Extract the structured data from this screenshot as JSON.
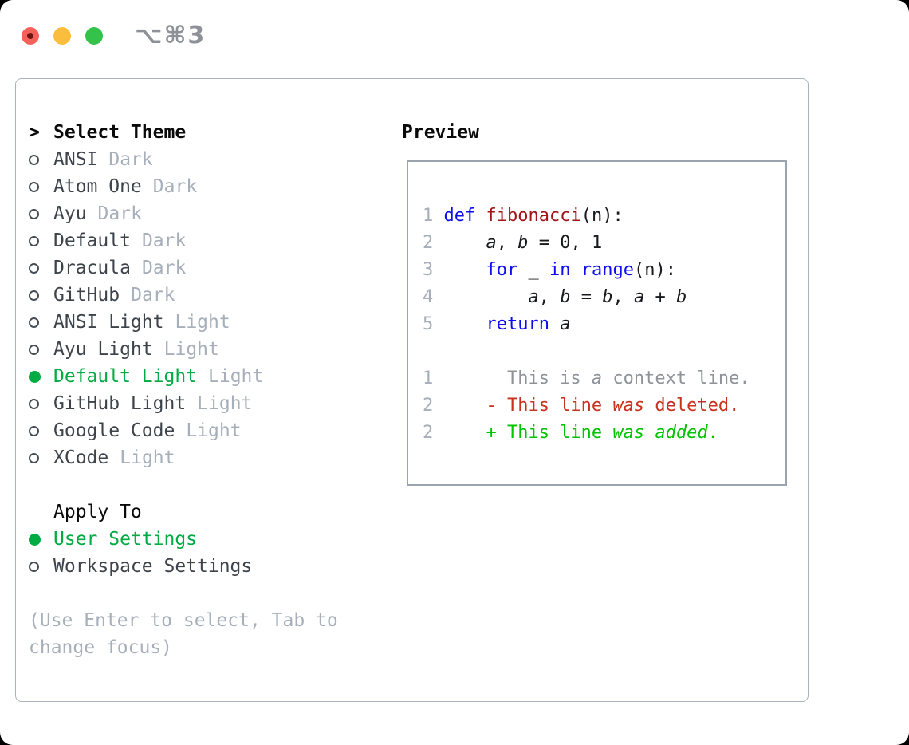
{
  "window": {
    "title": "⌥⌘3",
    "traffic_lights": [
      {
        "name": "close",
        "color": "#f4605a"
      },
      {
        "name": "minimize",
        "color": "#fbbd3c"
      },
      {
        "name": "zoom",
        "color": "#34c24a"
      }
    ]
  },
  "theme_picker": {
    "cursor": ">",
    "heading": "Select Theme",
    "items": [
      {
        "name": "ANSI",
        "variant": "Dark",
        "selected": false
      },
      {
        "name": "Atom One",
        "variant": "Dark",
        "selected": false
      },
      {
        "name": "Ayu",
        "variant": "Dark",
        "selected": false
      },
      {
        "name": "Default",
        "variant": "Dark",
        "selected": false
      },
      {
        "name": "Dracula",
        "variant": "Dark",
        "selected": false
      },
      {
        "name": "GitHub",
        "variant": "Dark",
        "selected": false
      },
      {
        "name": "ANSI Light",
        "variant": "Light",
        "selected": false
      },
      {
        "name": "Ayu Light",
        "variant": "Light",
        "selected": false
      },
      {
        "name": "Default Light",
        "variant": "Light",
        "selected": true
      },
      {
        "name": "GitHub Light",
        "variant": "Light",
        "selected": false
      },
      {
        "name": "Google Code",
        "variant": "Light",
        "selected": false
      },
      {
        "name": "XCode",
        "variant": "Light",
        "selected": false
      }
    ]
  },
  "apply_to": {
    "heading": "Apply To",
    "options": [
      {
        "label": "User Settings",
        "selected": true
      },
      {
        "label": "Workspace Settings",
        "selected": false
      }
    ]
  },
  "hint": "(Use Enter to select, Tab to change focus)",
  "preview": {
    "heading": "Preview",
    "lines": [
      {
        "num": "",
        "kind": "blank",
        "tokens": []
      },
      {
        "num": "1",
        "kind": "code",
        "tokens": [
          {
            "t": "def",
            "c": "kw"
          },
          {
            "t": " ",
            "c": "pl"
          },
          {
            "t": "fibonacci",
            "c": "fn"
          },
          {
            "t": "(n):",
            "c": "pl"
          }
        ]
      },
      {
        "num": "2",
        "kind": "code",
        "tokens": [
          {
            "t": "    ",
            "c": "pl"
          },
          {
            "t": "a",
            "c": "var"
          },
          {
            "t": ", ",
            "c": "pl"
          },
          {
            "t": "b",
            "c": "var"
          },
          {
            "t": " = 0, 1",
            "c": "pl"
          }
        ]
      },
      {
        "num": "3",
        "kind": "code",
        "tokens": [
          {
            "t": "    ",
            "c": "pl"
          },
          {
            "t": "for",
            "c": "kw"
          },
          {
            "t": " _ ",
            "c": "pl"
          },
          {
            "t": "in",
            "c": "kw"
          },
          {
            "t": " ",
            "c": "pl"
          },
          {
            "t": "range",
            "c": "kw"
          },
          {
            "t": "(n):",
            "c": "pl"
          }
        ]
      },
      {
        "num": "4",
        "kind": "code",
        "tokens": [
          {
            "t": "        ",
            "c": "pl"
          },
          {
            "t": "a",
            "c": "var"
          },
          {
            "t": ", ",
            "c": "pl"
          },
          {
            "t": "b",
            "c": "var"
          },
          {
            "t": " = ",
            "c": "pl"
          },
          {
            "t": "b",
            "c": "var"
          },
          {
            "t": ", ",
            "c": "pl"
          },
          {
            "t": "a",
            "c": "var"
          },
          {
            "t": " + ",
            "c": "pl"
          },
          {
            "t": "b",
            "c": "var"
          }
        ]
      },
      {
        "num": "5",
        "kind": "code",
        "tokens": [
          {
            "t": "    ",
            "c": "pl"
          },
          {
            "t": "return",
            "c": "kw"
          },
          {
            "t": " ",
            "c": "pl"
          },
          {
            "t": "a",
            "c": "var"
          }
        ]
      },
      {
        "num": "",
        "kind": "blank",
        "tokens": []
      },
      {
        "num": "1",
        "kind": "context",
        "tokens": [
          {
            "t": "      This is ",
            "c": "ctx"
          },
          {
            "t": "a",
            "c": "ctxi"
          },
          {
            "t": " context line.",
            "c": "ctx"
          }
        ]
      },
      {
        "num": "2",
        "kind": "deleted",
        "tokens": [
          {
            "t": "    - This line ",
            "c": "del"
          },
          {
            "t": "was",
            "c": "deli"
          },
          {
            "t": " deleted.",
            "c": "del"
          }
        ]
      },
      {
        "num": "2",
        "kind": "added",
        "tokens": [
          {
            "t": "    + This line ",
            "c": "add"
          },
          {
            "t": "was",
            "c": "addi"
          },
          {
            "t": " ",
            "c": "add"
          },
          {
            "t": "added",
            "c": "addi"
          },
          {
            "t": ".",
            "c": "add"
          }
        ]
      }
    ]
  },
  "colors": {
    "selection_green": "#00ab43",
    "keyword_blue": "#0d0df2",
    "function_red": "#a31515",
    "plain_code": "#17191c",
    "diff_deleted_red": "#c9301e",
    "diff_added_green": "#00c300",
    "muted_gray": "#a6afba",
    "traffic_red": "#f4605a",
    "traffic_yellow": "#fbbd3c",
    "traffic_green": "#34c24a"
  }
}
